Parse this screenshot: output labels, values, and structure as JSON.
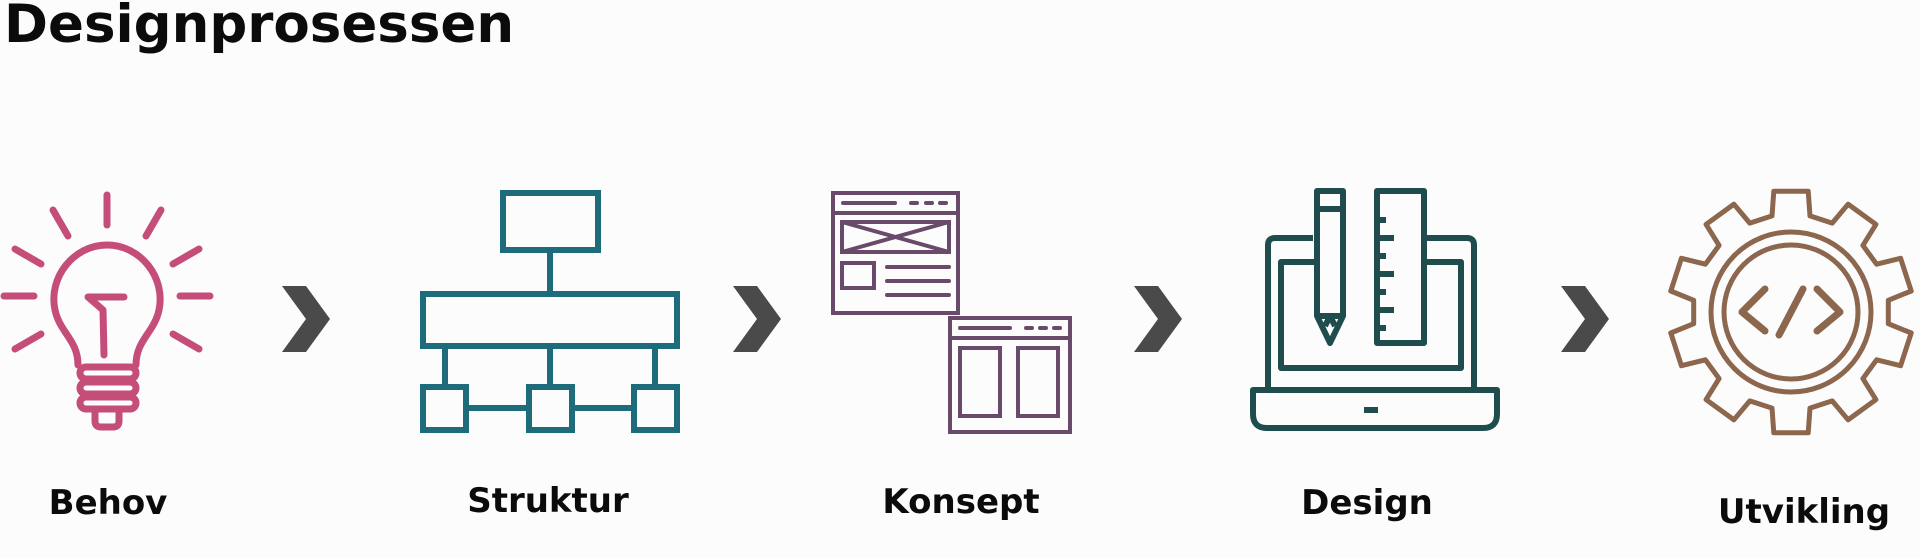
{
  "title": "Designprosessen",
  "colors": {
    "behov": "#c44e79",
    "struktur": "#1e6b7b",
    "konsept": "#6a4a6b",
    "design": "#1f4d4d",
    "utvikling": "#8c664d",
    "chevron": "#4a4a4a"
  },
  "steps": [
    {
      "label": "Behov",
      "icon": "lightbulb-icon"
    },
    {
      "label": "Struktur",
      "icon": "sitemap-icon"
    },
    {
      "label": "Konsept",
      "icon": "wireframe-icon"
    },
    {
      "label": "Design",
      "icon": "laptop-design-icon"
    },
    {
      "label": "Utvikling",
      "icon": "gear-code-icon"
    }
  ]
}
